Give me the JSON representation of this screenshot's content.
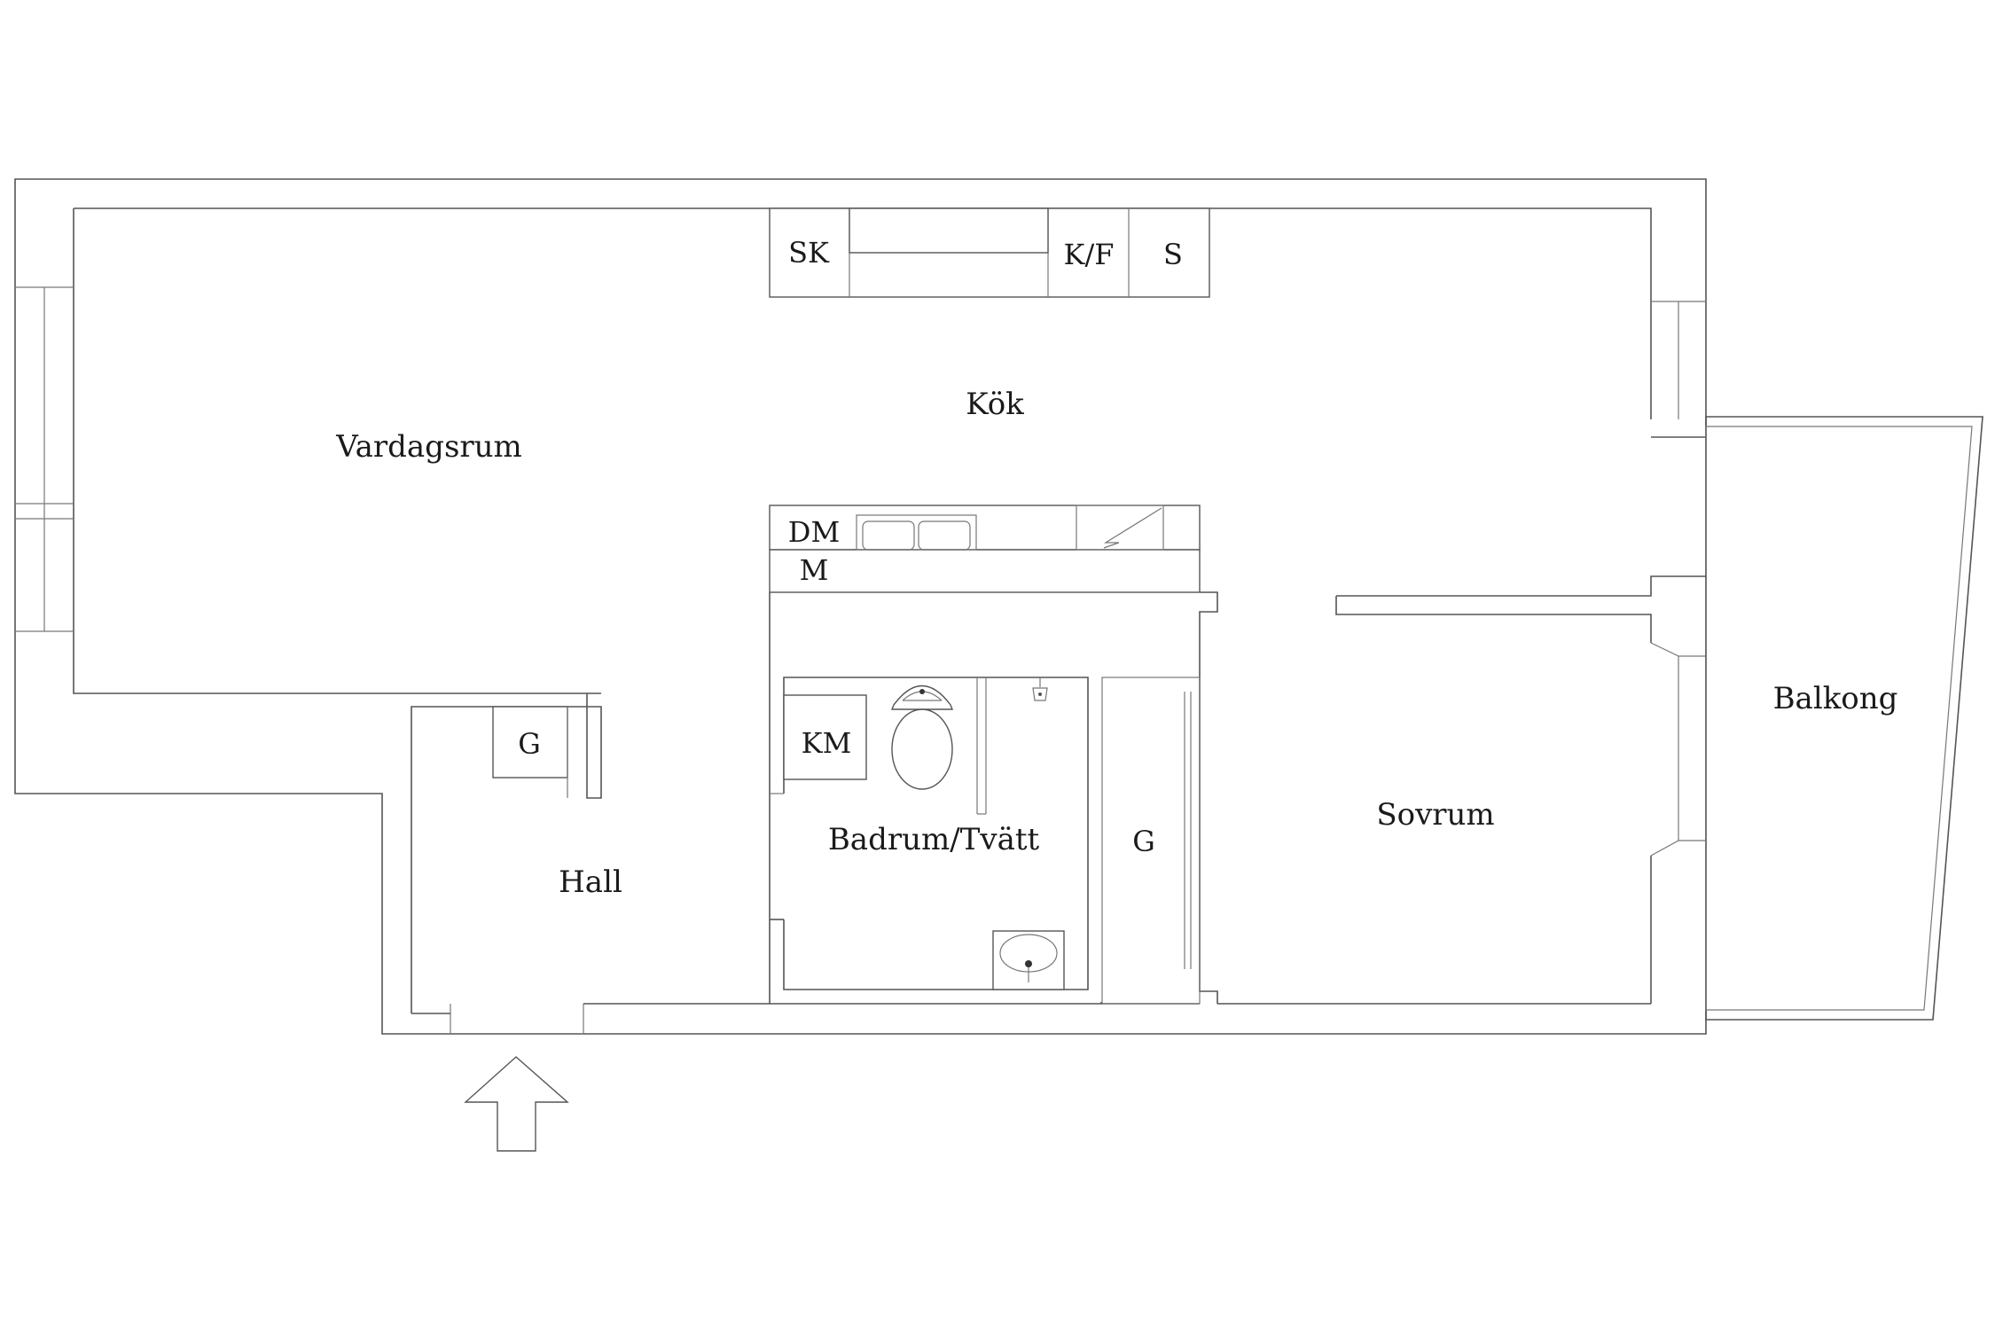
{
  "rooms": {
    "vardagsrum": "Vardagsrum",
    "kok": "Kök",
    "hall": "Hall",
    "badrum": "Badrum/Tvätt",
    "sovrum": "Sovrum",
    "balkong": "Balkong"
  },
  "fixtures": {
    "sk": "SK",
    "kf": "K/F",
    "s": "S",
    "dm": "DM",
    "m": "M",
    "km": "KM",
    "g_hall": "G",
    "g_closet": "G"
  },
  "icons": {
    "entrance": "arrow-up-icon",
    "toilet": "toilet-icon",
    "sink": "sink-icon",
    "kitchen_sink": "double-sink-icon",
    "stove": "stove-icon",
    "shower": "shower-icon"
  }
}
